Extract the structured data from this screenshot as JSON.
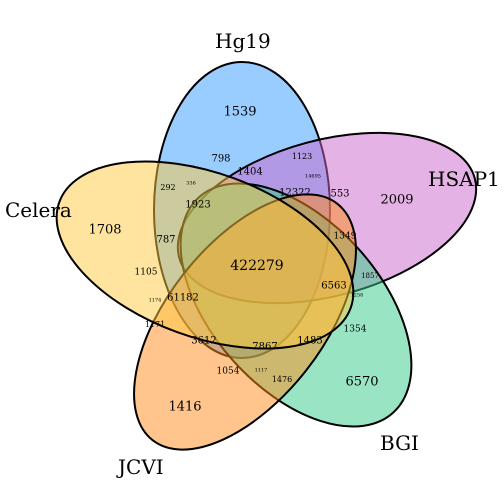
{
  "venn": {
    "sets": [
      {
        "id": "hg19",
        "label": "Hg19",
        "color": "#3399FF"
      },
      {
        "id": "hsap1",
        "label": "HSAP1",
        "color": "#CC66CC"
      },
      {
        "id": "bgi",
        "label": "BGI",
        "color": "#33CC88"
      },
      {
        "id": "jcvi",
        "label": "JCVI",
        "color": "#FF8C1A"
      },
      {
        "id": "celera",
        "label": "Celera",
        "color": "#FFC940"
      }
    ],
    "regions": {
      "hg19_only": "1539",
      "hsap1_only": "2009",
      "celera_only": "1708",
      "bgi_only": "6570",
      "jcvi_only": "1416",
      "center": "422279",
      "r_798": "798",
      "r_1123": "1123",
      "r_14695": "14695",
      "r_292": "292",
      "r_336": "336",
      "r_1404": "1404",
      "r_12322": "12322",
      "r_553": "553",
      "r_1923": "1923",
      "r_1349": "1349",
      "r_787": "787",
      "r_1105": "1105",
      "r_1857": "1857",
      "r_6563": "6563",
      "r_1258": "1258",
      "r_61182": "61182",
      "r_1174": "1174",
      "r_1171": "1171",
      "r_3612": "3612",
      "r_7867": "7867",
      "r_1483": "1483",
      "r_1354": "1354",
      "r_1054": "1054",
      "r_1117": "1117",
      "r_1476": "1476"
    }
  }
}
